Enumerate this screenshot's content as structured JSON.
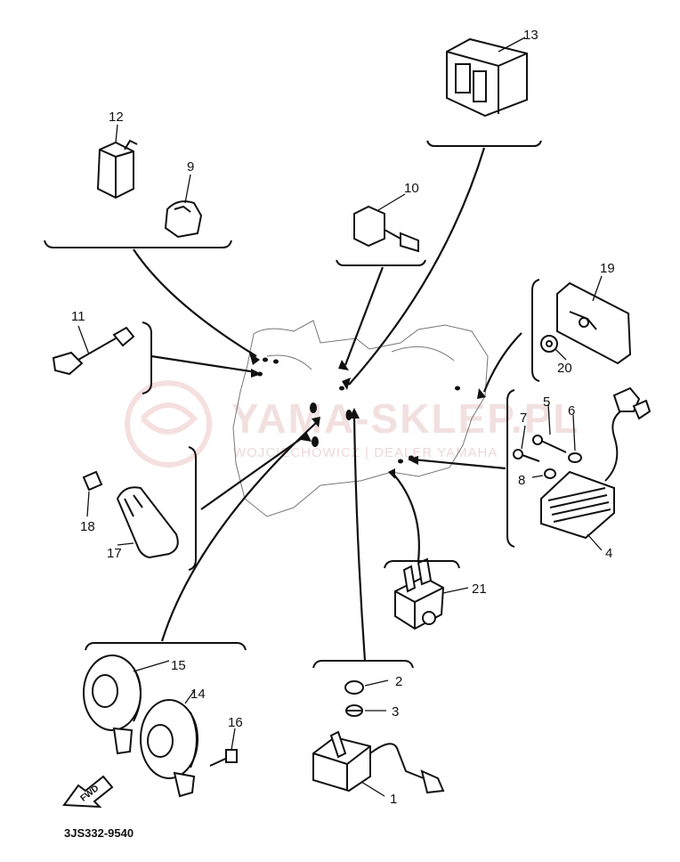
{
  "watermark": {
    "main": "YAMA-SKLEP.PL",
    "sub": "WOJCIECHOWICZ | DEALER YAMAHA"
  },
  "diagram_code": "3JS332-9540",
  "fwd_label": "FWD",
  "callouts": {
    "c1": "1",
    "c2": "2",
    "c3": "3",
    "c4": "4",
    "c5": "5",
    "c6": "6",
    "c7": "7",
    "c8": "8",
    "c9": "9",
    "c10": "10",
    "c11": "11",
    "c12": "12",
    "c13": "13",
    "c14": "14",
    "c15": "15",
    "c16": "16",
    "c17": "17",
    "c18": "18",
    "c19": "19",
    "c20": "20",
    "c21": "21"
  }
}
